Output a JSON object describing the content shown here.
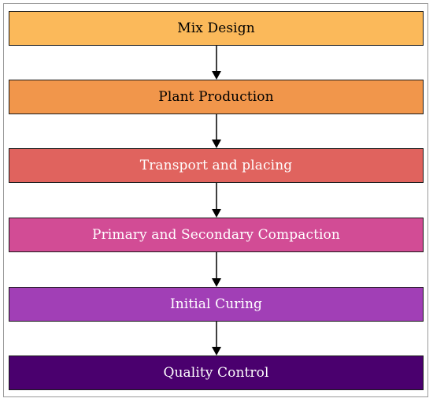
{
  "diagram": {
    "steps": [
      {
        "label": "Mix Design",
        "fill": "#fbb95a",
        "text_color": "#000000"
      },
      {
        "label": "Plant Production",
        "fill": "#f1964b",
        "text_color": "#000000"
      },
      {
        "label": "Transport and placing",
        "fill": "#e0635e",
        "text_color": "#ffffff"
      },
      {
        "label": "Primary and Secondary Compaction",
        "fill": "#d24c95",
        "text_color": "#ffffff"
      },
      {
        "label": "Initial Curing",
        "fill": "#a13fb6",
        "text_color": "#ffffff"
      },
      {
        "label": "Quality Control",
        "fill": "#4a006e",
        "text_color": "#ffffff"
      }
    ],
    "border_color": "#1a1a1a",
    "arrow_color": "#000000"
  }
}
